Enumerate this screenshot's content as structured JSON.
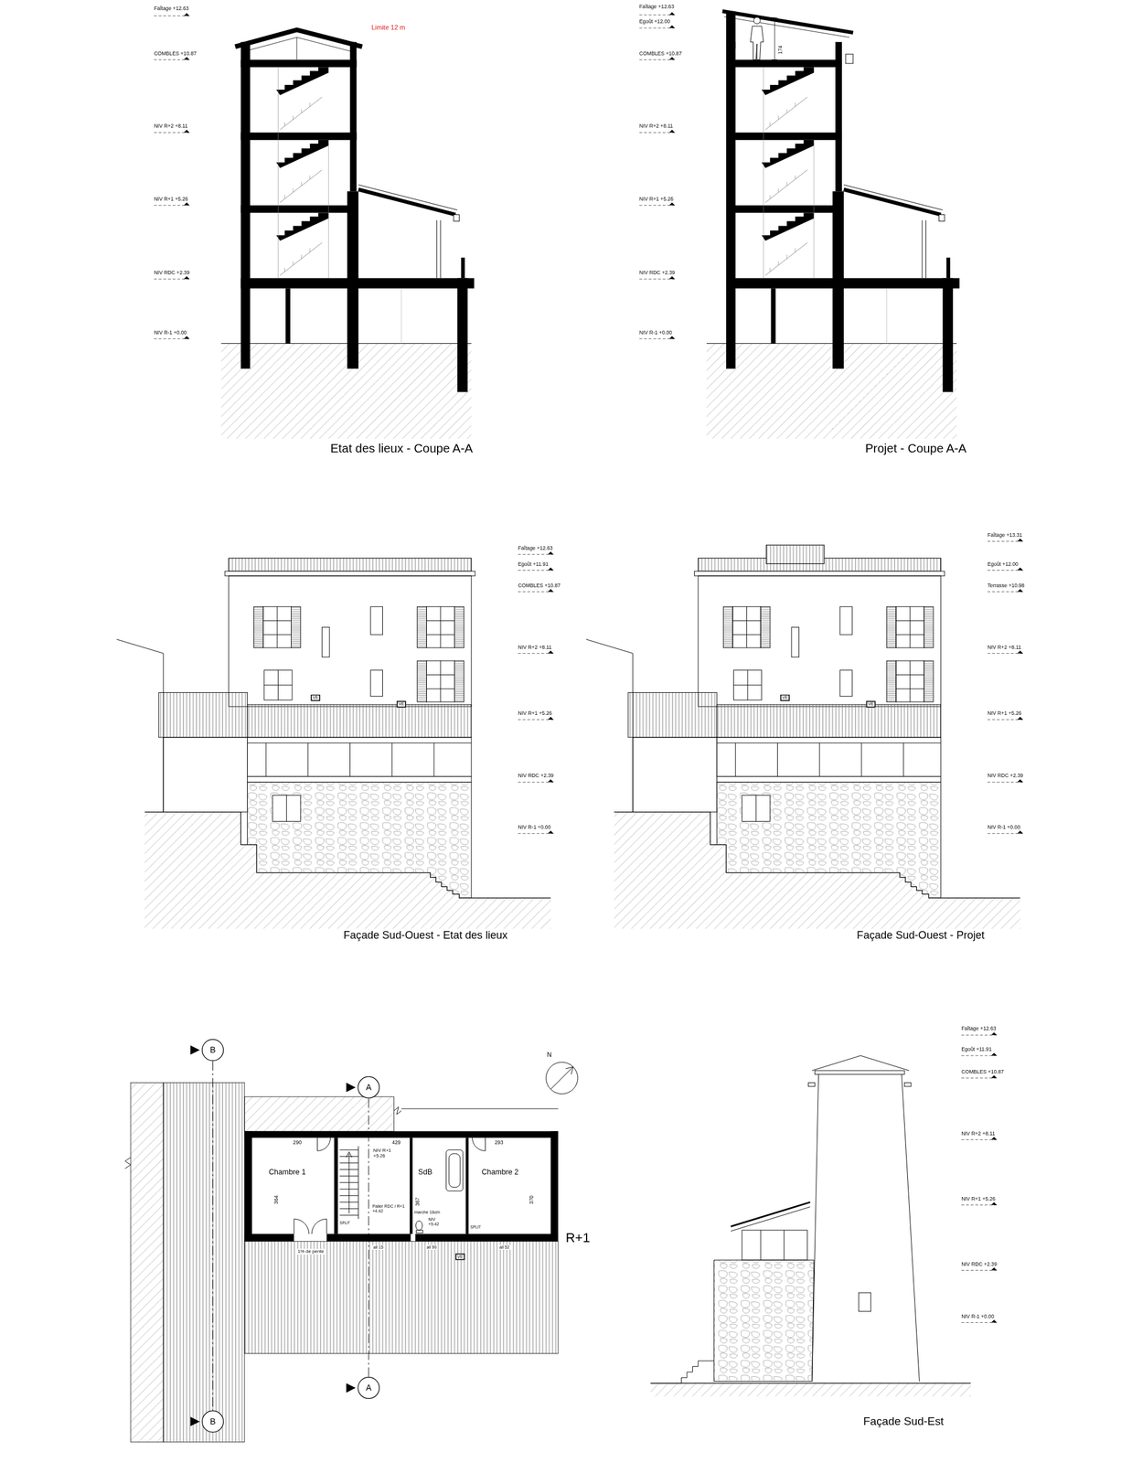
{
  "diagram": {
    "nodes": [
      {
        "text": [
          "B"
        ]
      },
      {
        "text": [
          "A"
        ]
      },
      {
        "text": [
          "Chambre 1"
        ]
      },
      {
        "text": [
          "SdB"
        ]
      },
      {
        "text": [
          "Chambre 2"
        ]
      },
      {
        "text": [
          "A"
        ]
      },
      {
        "text": [
          "B"
        ]
      }
    ],
    "edges": [
      {
        "from": 1,
        "to": 5,
        "arrow": "none"
      },
      {
        "from": 0,
        "to": 6,
        "arrow": "none"
      }
    ],
    "labels": [
      "Faîtage +12.63",
      "Limite 12 m",
      "COMBLES +10.87",
      "NIV R+2 +8.11",
      "NIV R+1 +5.26",
      "NIV RDC +2.39",
      "NIV R-1 +0.00",
      "Etat des lieux - Coupe A-A",
      "Faîtage +12.63",
      "Egoût +12.00",
      "COMBLES +10.87",
      "174",
      "NIV R+2 +8.11",
      "NIV R+1 +5.26",
      "NIV RDC +2.39",
      "NIV R-1 +0.00",
      "Projet - Coupe A-A",
      "Faîtage +12.63",
      "Egoût +11.91",
      "COMBLES +10.87",
      "VE",
      "VE",
      "NIV R+2 +8.11",
      "NIV R+1 +5.26",
      "NIV RDC +2.39",
      "NIV R-1 +0.00",
      "Façade Sud-Ouest - Etat des lieux",
      "Faîtage +13.31",
      "Egoût +12.00",
      "Terrasse +10.98",
      "VE",
      "VE",
      "NIV R+2 +8.11",
      "NIV R+1 +5.26",
      "NIV RDC +2.39",
      "NIV R-1 +0.00",
      "Façade Sud-Ouest - Projet",
      "N",
      "290",
      "429",
      "293",
      "NIV R+1 +5.26",
      "364",
      "367",
      "370",
      "marche 16cm",
      "NIV +5.42",
      "Palier RDC / R+1 +4.42",
      "SPLIT",
      "SPLIT",
      "1% de pente",
      "all 15",
      "all 90",
      "all 52",
      "VE",
      "R+1",
      "Faîtage +12.63",
      "Egoût +11.91",
      "COMBLES +10.87",
      "NIV R+2 +8.11",
      "NIV R+1 +5.26",
      "NIV RDC +2.39",
      "NIV R-1 +0.00",
      "Façade Sud-Est"
    ]
  }
}
